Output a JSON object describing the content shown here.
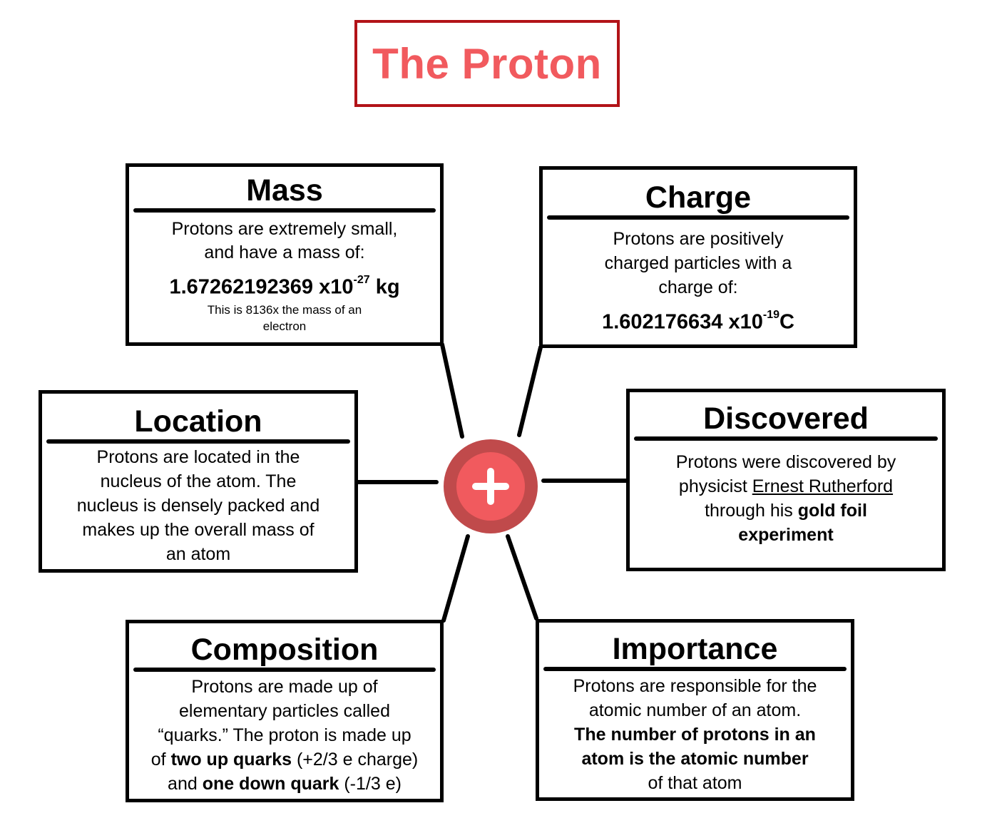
{
  "title": "The Proton",
  "center": {
    "icon": "plus-icon",
    "color_outer": "#c04a4b",
    "color_inner": "#f15a5e"
  },
  "colors": {
    "title_border": "#b21318",
    "title_text": "#f15a5e"
  },
  "mass": {
    "heading": "Mass",
    "line1": "Protons are extremely small,",
    "line2": "and have a mass of:",
    "value": "1.67262192369 x10",
    "exponent": "-27",
    "unit": "kg",
    "note1": "This is 8136x the mass of an",
    "note2": "electron"
  },
  "charge": {
    "heading": "Charge",
    "line1": "Protons are positively",
    "line2": "charged particles with a",
    "line3": "charge of:",
    "value": "1.602176634 x10",
    "exponent": "-19",
    "unit": "C"
  },
  "location": {
    "heading": "Location",
    "line1": "Protons are located in the",
    "line2": "nucleus of the atom. The",
    "line3": "nucleus is densely packed and",
    "line4": "makes up the overall mass of",
    "line5": "an atom"
  },
  "discovered": {
    "heading": "Discovered",
    "line1": "Protons were discovered by",
    "line2_pre": "physicist ",
    "line2_name": "Ernest Rutherford",
    "line3_pre": "through his ",
    "line3_bold": "gold foil",
    "line4_bold": "experiment"
  },
  "composition": {
    "heading": "Composition",
    "line1": "Protons are made up of",
    "line2": "elementary particles called",
    "line3": "“quarks.” The proton is made up",
    "line4_pre": "of ",
    "line4_bold": "two up quarks",
    "line4_post": " (+2/3 e charge)",
    "line5_pre": "and ",
    "line5_bold": "one down quark",
    "line5_post": " (-1/3 e)"
  },
  "importance": {
    "heading": "Importance",
    "line1": "Protons are responsible for the",
    "line2": "atomic number of an atom.",
    "line3_bold": "The number of protons in an",
    "line4_bold": "atom is the atomic number",
    "line5": "of that atom"
  }
}
